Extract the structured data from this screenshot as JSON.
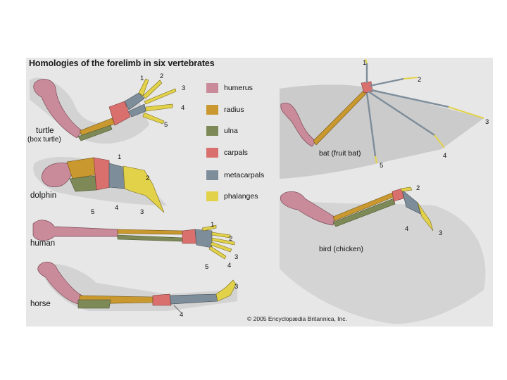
{
  "title": "Homologies of the forelimb in six vertebrates",
  "legend": [
    {
      "label": "humerus",
      "color": "#c98a9a"
    },
    {
      "label": "radius",
      "color": "#c9982e"
    },
    {
      "label": "ulna",
      "color": "#7d8a57"
    },
    {
      "label": "carpals",
      "color": "#d9706e"
    },
    {
      "label": "metacarpals",
      "color": "#7d8d9a"
    },
    {
      "label": "phalanges",
      "color": "#e2d24a"
    }
  ],
  "animals": {
    "turtle": "turtle",
    "turtle_sub": "(box turtle)",
    "dolphin": "dolphin",
    "human": "human",
    "horse": "horse",
    "bat": "bat (fruit bat)",
    "bird": "bird (chicken)"
  },
  "digits": {
    "turtle": [
      "1",
      "2",
      "3",
      "4",
      "5"
    ],
    "dolphin": [
      "1",
      "2",
      "5",
      "4",
      "3"
    ],
    "human": [
      "1",
      "2",
      "3",
      "5",
      "4"
    ],
    "horse": [
      "3",
      "4"
    ],
    "bat": [
      "1",
      "2",
      "3",
      "4",
      "5"
    ],
    "bird": [
      "2",
      "4",
      "3"
    ]
  },
  "copyright": "© 2005 Encyclopædia Britannica, Inc."
}
